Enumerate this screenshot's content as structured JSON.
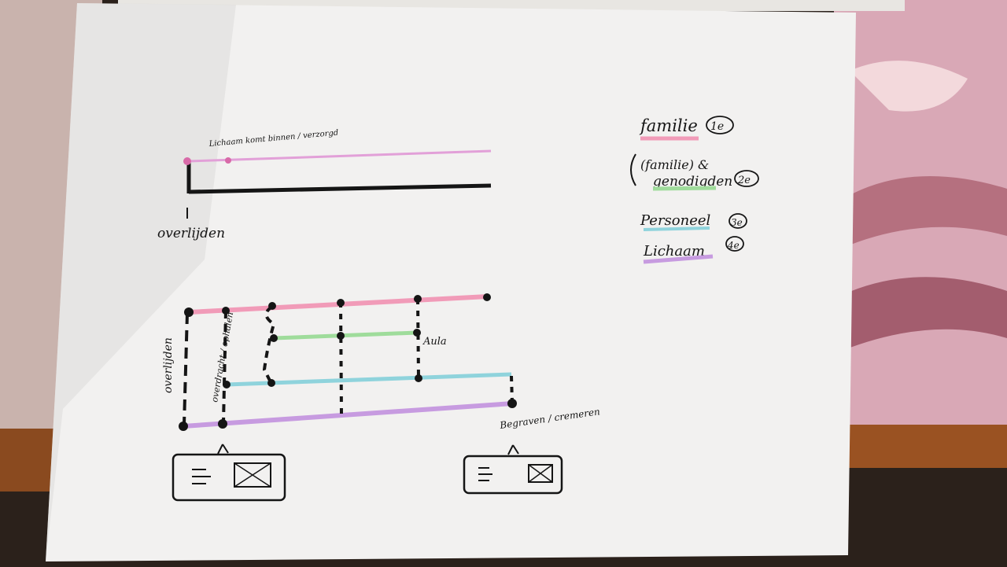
{
  "colors": {
    "familie": "#f19bb8",
    "genodigden": "#9fdc9b",
    "personeel": "#8fd3dc",
    "lichaam": "#c79be0",
    "ink": "#151515",
    "paper": "#f2f1f0"
  },
  "top_diagram": {
    "note": "Lichaam komt binnen / verzorgd",
    "label": "overlijden"
  },
  "bottom_diagram": {
    "label_overlijden": "overlijden",
    "label_overdracht": "overdracht / ophalen",
    "label_aula": "Aula",
    "label_end": "Begraven / cremeren"
  },
  "legend": [
    {
      "label": "familie",
      "badge": "1e",
      "prefix": "",
      "color_key": "familie"
    },
    {
      "label": "genodigden",
      "badge": "2e",
      "prefix": "(familie) &",
      "color_key": "genodigden"
    },
    {
      "label": "Personeel",
      "badge": "3e",
      "prefix": "",
      "color_key": "personeel"
    },
    {
      "label": "Lichaam",
      "badge": "4e",
      "prefix": "",
      "color_key": "lichaam"
    }
  ]
}
